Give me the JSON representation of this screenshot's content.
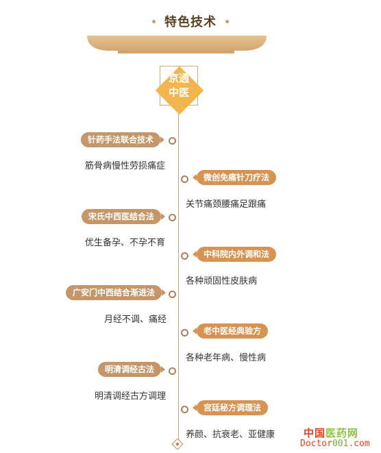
{
  "header": {
    "title": "特色技术"
  },
  "center_badge": {
    "line1": "京通",
    "line2": "中医"
  },
  "timeline": [
    {
      "side": "left",
      "label": "针药手法联合技术",
      "desc": "筋骨病慢性劳损痛症"
    },
    {
      "side": "right",
      "label": "微创免痛针刀疗法",
      "desc": "关节痛颈腰痛足跟痛"
    },
    {
      "side": "left",
      "label": "宋氏中西医结合法",
      "desc": "优生备孕、不孕不育"
    },
    {
      "side": "right",
      "label": "中科院内外调和法",
      "desc": "各种顽固性皮肤病"
    },
    {
      "side": "left",
      "label": "广安门中西结合渐进法",
      "desc": "月经不调、痛经"
    },
    {
      "side": "right",
      "label": "老中医经典验方",
      "desc": "各种老年病、慢性病"
    },
    {
      "side": "left",
      "label": "明清调经古法",
      "desc": "明清调经古方调理"
    },
    {
      "side": "right",
      "label": "宫廷秘方调理法",
      "desc": "养颜、抗衰老、亚健康"
    }
  ],
  "watermark": {
    "cn_red": "中国",
    "cn_green": "医药网",
    "en_red": "Doctor",
    "en_green": "001",
    "en_tail": ".com"
  },
  "colors": {
    "accent_gold": "#f3b64e",
    "pill_left": "#c4966a",
    "pill_right": "#d69352",
    "title": "#5a4124"
  }
}
